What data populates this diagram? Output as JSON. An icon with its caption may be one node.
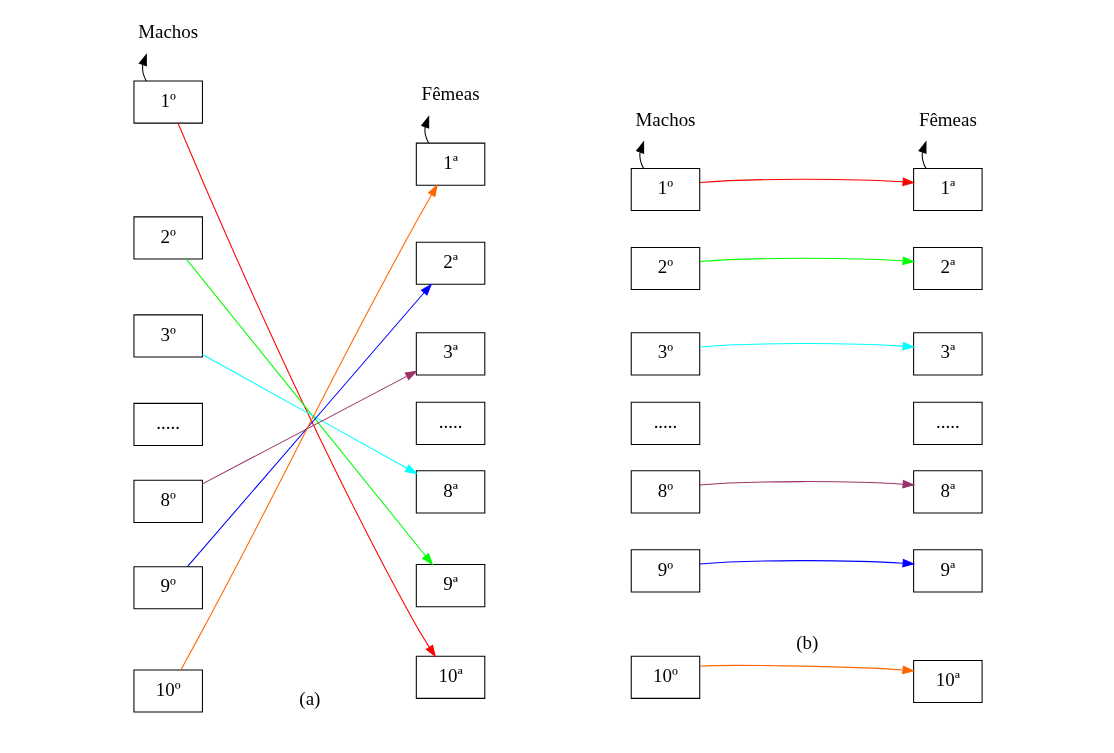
{
  "diagram": {
    "nodes": [
      {
        "text": [
          "Machos"
        ]
      },
      {
        "text": [
          "Fêmeas"
        ]
      },
      {
        "text": [
          "1º"
        ]
      },
      {
        "text": [
          "2º"
        ]
      },
      {
        "text": [
          "3º"
        ]
      },
      {
        "text": [
          "....."
        ]
      },
      {
        "text": [
          "8º"
        ]
      },
      {
        "text": [
          "9º"
        ]
      },
      {
        "text": [
          "10º"
        ]
      },
      {
        "text": [
          "1ª"
        ]
      },
      {
        "text": [
          "2ª"
        ]
      },
      {
        "text": [
          "3ª"
        ]
      },
      {
        "text": [
          "....."
        ]
      },
      {
        "text": [
          "8ª"
        ]
      },
      {
        "text": [
          "9ª"
        ]
      },
      {
        "text": [
          "10ª"
        ]
      },
      {
        "text": [
          "Machos"
        ]
      },
      {
        "text": [
          "Fêmeas"
        ]
      },
      {
        "text": [
          "1º"
        ]
      },
      {
        "text": [
          "2º"
        ]
      },
      {
        "text": [
          "3º"
        ]
      },
      {
        "text": [
          "....."
        ]
      },
      {
        "text": [
          "8º"
        ]
      },
      {
        "text": [
          "9º"
        ]
      },
      {
        "text": [
          "10º"
        ]
      },
      {
        "text": [
          "1ª"
        ]
      },
      {
        "text": [
          "2ª"
        ]
      },
      {
        "text": [
          "3ª"
        ]
      },
      {
        "text": [
          "....."
        ]
      },
      {
        "text": [
          "8ª"
        ]
      },
      {
        "text": [
          "9ª"
        ]
      },
      {
        "text": [
          "10ª"
        ]
      }
    ],
    "edges": [
      {
        "from": 2,
        "to": 0,
        "arrow": "to",
        "color": "#000000"
      },
      {
        "from": 9,
        "to": 1,
        "arrow": "to",
        "color": "#000000"
      },
      {
        "from": 2,
        "to": 15,
        "arrow": "to",
        "color": "#ff0000"
      },
      {
        "from": 3,
        "to": 14,
        "arrow": "to",
        "color": "#00ff00"
      },
      {
        "from": 4,
        "to": 13,
        "arrow": "to",
        "color": "#00ffff"
      },
      {
        "from": 6,
        "to": 11,
        "arrow": "to",
        "color": "#993366"
      },
      {
        "from": 7,
        "to": 10,
        "arrow": "to",
        "color": "#0000ff"
      },
      {
        "from": 8,
        "to": 9,
        "arrow": "to",
        "color": "#ff6600"
      },
      {
        "from": 18,
        "to": 16,
        "arrow": "to",
        "color": "#000000"
      },
      {
        "from": 25,
        "to": 17,
        "arrow": "to",
        "color": "#000000"
      },
      {
        "from": 18,
        "to": 25,
        "arrow": "to",
        "color": "#ff0000"
      },
      {
        "from": 19,
        "to": 26,
        "arrow": "to",
        "color": "#00ff00"
      },
      {
        "from": 20,
        "to": 27,
        "arrow": "to",
        "color": "#00ffff"
      },
      {
        "from": 22,
        "to": 29,
        "arrow": "to",
        "color": "#993366"
      },
      {
        "from": 23,
        "to": 30,
        "arrow": "to",
        "color": "#0000ff"
      },
      {
        "from": 24,
        "to": 31,
        "arrow": "to",
        "color": "#ff6600"
      }
    ],
    "labels": [
      "(a)",
      "(b)"
    ]
  }
}
